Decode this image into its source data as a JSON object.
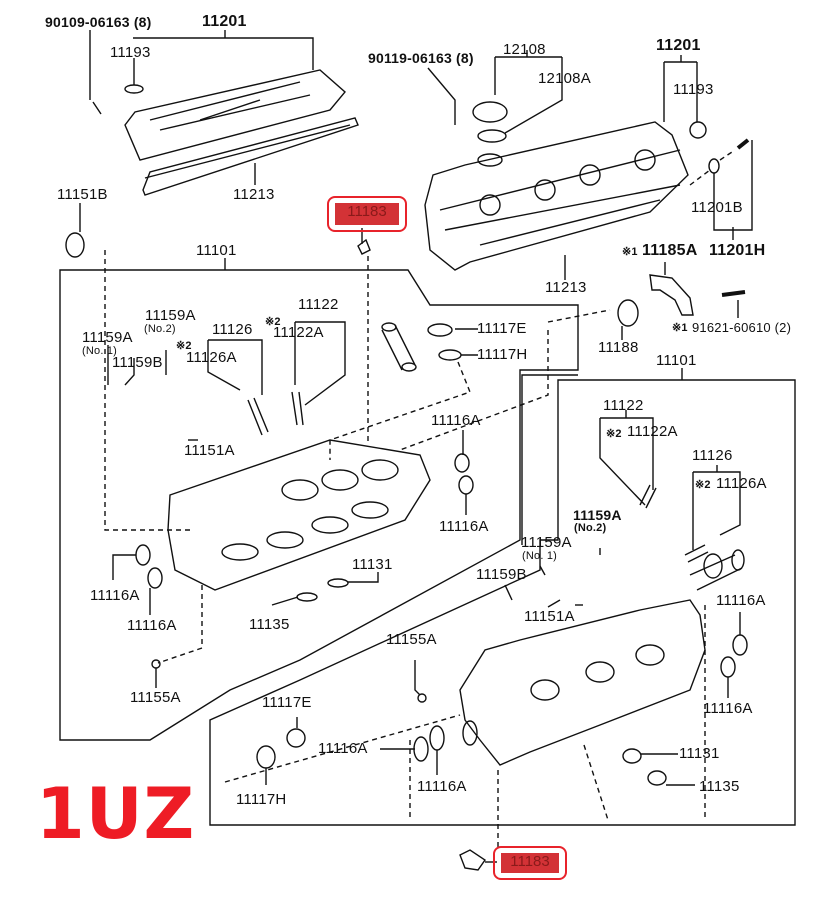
{
  "diagram": {
    "engine_code": "1UZ",
    "highlight_color": "#e8232b",
    "brand_color": "#ee1c25",
    "highlighted_part": "11183",
    "labels": {
      "bolt_left_cover": "90109-06163 (8)",
      "cover_left_assy": "11201",
      "grommet_left": "11193",
      "gasket_left": "11213",
      "seal_11151b": "11151B",
      "highlight_top": "11183",
      "head_left": "11101",
      "bolt_right_cover": "90119-06163 (8)",
      "oil_cap": "12108",
      "oil_cap_gasket": "12108A",
      "cover_right_assy": "11201",
      "grommet_right": "11193",
      "washer_right": "11201B",
      "bracket_mark": "※1",
      "bracket": "11185A",
      "cover_sub": "11201H",
      "gasket_right": "11213",
      "seal_11188": "11188",
      "bolt_bracket_mark": "※1",
      "bolt_bracket": "91621-60610 (2)",
      "l_11159a_no1": "11159A",
      "l_no1": "(No. 1)",
      "l_11159a_no2": "11159A",
      "l_no2": "(No.2)",
      "l_mark2a": "※2",
      "l_11159b": "11159B",
      "l_11126": "11126",
      "l_11126a": "11126A",
      "l_mark2b": "※2",
      "l_11122": "11122",
      "l_11122a": "11122A",
      "l_11151a": "11151A",
      "l_11117e": "11117E",
      "l_11117h": "11117H",
      "l_11116a_1": "11116A",
      "l_11116a_2": "11116A",
      "l_11116a_3": "11116A",
      "l_11116a_4": "11116A",
      "l_11131": "11131",
      "l_11135": "11135",
      "l_11155a": "11155A",
      "head_right": "11101",
      "r_11122": "11122",
      "r_mark2a": "※2",
      "r_11122a": "11122A",
      "r_11126": "11126",
      "r_mark2b": "※2",
      "r_11126a": "11126A",
      "r_11159a_no2": "11159A",
      "r_no2": "(No.2)",
      "r_11159a_no1": "11159A",
      "r_no1": "(No. 1)",
      "r_11159b": "11159B",
      "r_11151a": "11151A",
      "r_11116a_top": "11116A",
      "r_11116a_side": "11116A",
      "r_11155a": "11155A",
      "r_11117e": "11117E",
      "r_11117h": "11117H",
      "r_11116a_a": "11116A",
      "r_11116a_b": "11116A",
      "r_11131": "11131",
      "r_11135": "11135",
      "highlight_bottom": "11183"
    }
  }
}
